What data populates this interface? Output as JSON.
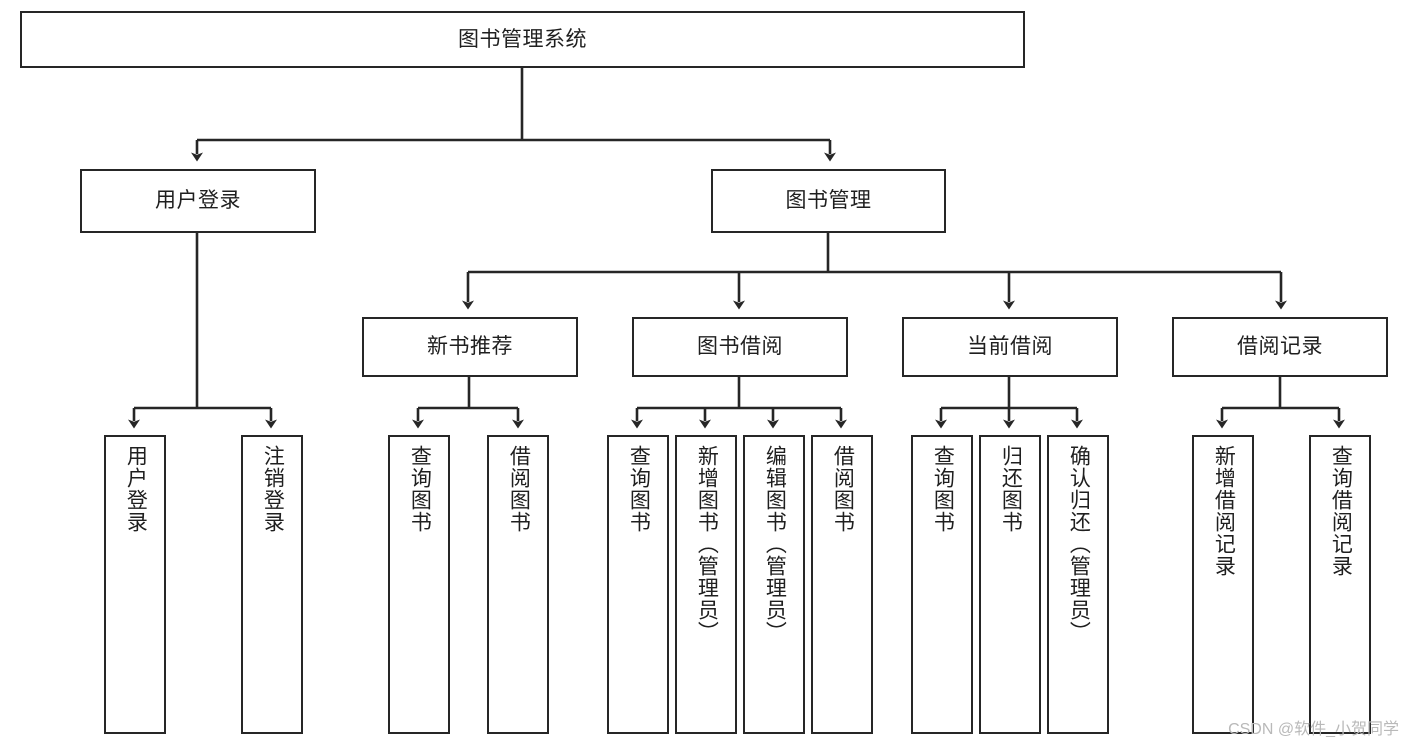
{
  "diagram": {
    "type": "tree",
    "title": "图书管理系统",
    "root": {
      "id": "root",
      "label": "图书管理系统"
    },
    "level2": [
      {
        "id": "login",
        "label": "用户登录"
      },
      {
        "id": "bookmgmt",
        "label": "图书管理"
      }
    ],
    "level3": [
      {
        "id": "newbook",
        "label": "新书推荐",
        "parent": "bookmgmt"
      },
      {
        "id": "borrow",
        "label": "图书借阅",
        "parent": "bookmgmt"
      },
      {
        "id": "current",
        "label": "当前借阅",
        "parent": "bookmgmt"
      },
      {
        "id": "record",
        "label": "借阅记录",
        "parent": "bookmgmt"
      }
    ],
    "leaves": [
      {
        "id": "leaf1",
        "label": "用户登录",
        "parent": "login"
      },
      {
        "id": "leaf2",
        "label": "注销登录",
        "parent": "login"
      },
      {
        "id": "leaf3",
        "label": "查询图书",
        "parent": "newbook"
      },
      {
        "id": "leaf4",
        "label": "借阅图书",
        "parent": "newbook"
      },
      {
        "id": "leaf5",
        "label": "查询图书",
        "parent": "borrow"
      },
      {
        "id": "leaf6",
        "label": "新增图书（管理员）",
        "parent": "borrow"
      },
      {
        "id": "leaf7",
        "label": "编辑图书（管理员）",
        "parent": "borrow"
      },
      {
        "id": "leaf8",
        "label": "借阅图书",
        "parent": "borrow"
      },
      {
        "id": "leaf9",
        "label": "查询图书",
        "parent": "current"
      },
      {
        "id": "leaf10",
        "label": "归还图书",
        "parent": "current"
      },
      {
        "id": "leaf11",
        "label": "确认归还（管理员）",
        "parent": "current"
      },
      {
        "id": "leaf12",
        "label": "新增借阅记录",
        "parent": "record"
      },
      {
        "id": "leaf13",
        "label": "查询借阅记录",
        "parent": "record"
      }
    ],
    "colors": {
      "stroke": "#262626",
      "fill": "#ffffff",
      "text": "#1f1f1f",
      "watermark": "#b9b9b9"
    }
  },
  "watermark": {
    "text": "CSDN @软件_小贺同学"
  }
}
